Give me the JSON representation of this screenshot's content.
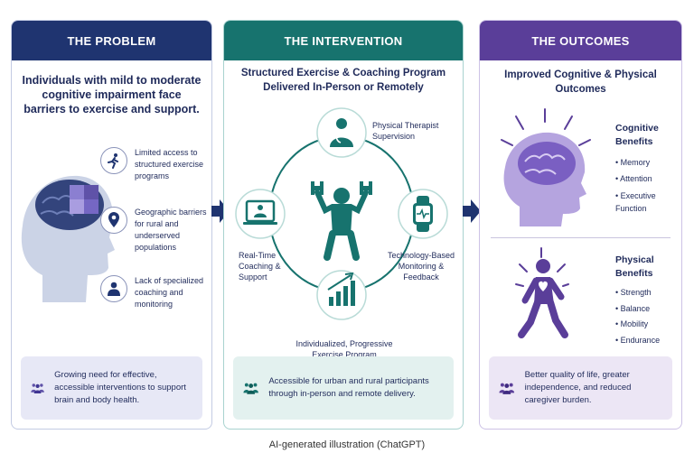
{
  "problem": {
    "header": "THE PROBLEM",
    "title": "Individuals with mild to moderate cognitive impairment face barriers to exercise and support.",
    "barriers": [
      {
        "icon": "running-person-icon",
        "text": "Limited access to structured exercise programs"
      },
      {
        "icon": "location-pin-icon",
        "text": "Geographic barriers for rural and underserved populations"
      },
      {
        "icon": "coach-person-icon",
        "text": "Lack of specialized coaching and monitoring"
      }
    ],
    "bottom_text": "Growing need for effective, accessible interventions to support brain and body health."
  },
  "intervention": {
    "header": "THE INTERVENTION",
    "title": "Structured Exercise & Coaching Program Delivered In-Person or Remotely",
    "components": {
      "therapist": "Physical Therapist Supervision",
      "coaching": "Real-Time Coaching & Support",
      "monitoring": "Technology-Based Monitoring & Feedback",
      "program": "Individualized, Progressive Exercise Program"
    },
    "bottom_text": "Accessible for urban and rural participants through in-person and remote delivery."
  },
  "outcomes": {
    "header": "THE OUTCOMES",
    "title": "Improved Cognitive & Physical Outcomes",
    "cognitive": {
      "title": "Cognitive Benefits",
      "items": [
        "Memory",
        "Attention",
        "Executive Function"
      ]
    },
    "physical": {
      "title": "Physical Benefits",
      "items": [
        "Strength",
        "Balance",
        "Mobility",
        "Endurance"
      ]
    },
    "bottom_text": "Better quality of life, greater independence, and reduced caregiver burden."
  },
  "caption": "AI-generated illustration (ChatGPT)",
  "colors": {
    "problem": "#1f3470",
    "intervention": "#17736e",
    "outcomes": "#5a3e99",
    "text": "#1f2a5a"
  }
}
